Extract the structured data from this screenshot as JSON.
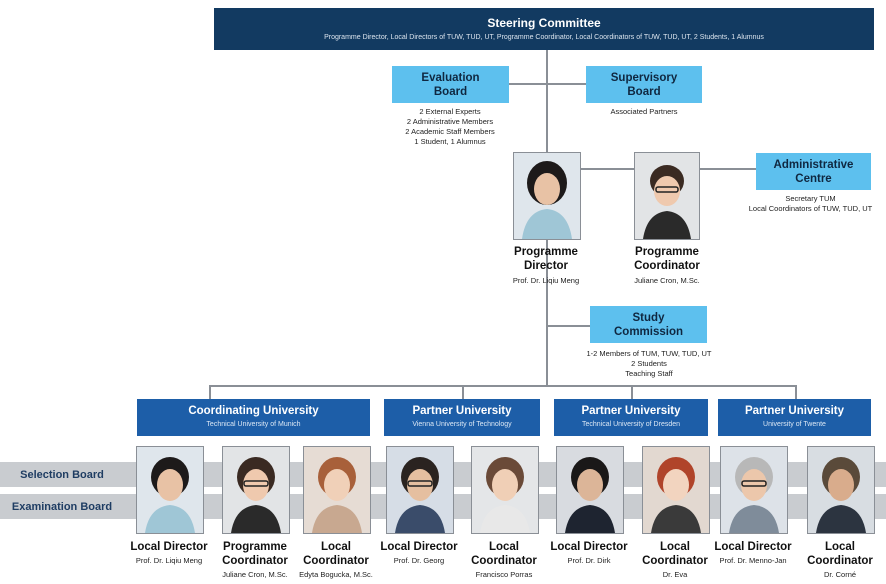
{
  "steering": {
    "title": "Steering Committee",
    "subtitle": "Programme Director, Local Directors of TUW, TUD, UT, Programme Coordinator, Local Coordinators of TUW, TUD, UT, 2 Students, 1 Alumnus"
  },
  "evaluation": {
    "title": "Evaluation Board",
    "lines": [
      "2 External Experts",
      "2 Administrative Members",
      "2 Academic Staff Members",
      "1 Student, 1 Alumnus"
    ]
  },
  "supervisory": {
    "title": "Supervisory Board",
    "lines": [
      "Associated Partners"
    ]
  },
  "administrative": {
    "title": "Administrative Centre",
    "lines": [
      "Secretary TUM",
      "Local Coordinators of TUW, TUD, UT"
    ]
  },
  "director": {
    "role": "Programme Director",
    "name": "Prof. Dr. Liqiu Meng"
  },
  "coordinator": {
    "role": "Programme Coordinator",
    "name": "Juliane Cron, M.Sc."
  },
  "study": {
    "title": "Study Commission",
    "lines": [
      "1-2 Members of TUM, TUW, TUD, UT",
      "2 Students",
      "Teaching Staff"
    ]
  },
  "universities": [
    {
      "title": "Coordinating University",
      "subtitle": "Technical University of Munich"
    },
    {
      "title": "Partner University",
      "subtitle": "Vienna University of Technology"
    },
    {
      "title": "Partner University",
      "subtitle": "Technical University of Dresden"
    },
    {
      "title": "Partner University",
      "subtitle": "University of Twente"
    }
  ],
  "boards": {
    "selection": "Selection Board",
    "examination": "Examination Board"
  },
  "people": [
    {
      "role": "Local Director",
      "name": "Prof. Dr. Liqiu Meng",
      "photo": "woman-dark-hair"
    },
    {
      "role": "Programme Coordinator",
      "name": "Juliane Cron, M.Sc.",
      "photo": "woman-glasses"
    },
    {
      "role": "Local Coordinator",
      "name": "Edyta Bogucka, M.Sc.",
      "photo": "woman-long-hair"
    },
    {
      "role": "Local Director",
      "name": "Prof. Dr. Georg",
      "photo": "man-glasses"
    },
    {
      "role": "Local Coordinator",
      "name": "Francisco Porras",
      "photo": "man-beard"
    },
    {
      "role": "Local Director",
      "name": "Prof. Dr. Dirk",
      "photo": "man-dark-hair"
    },
    {
      "role": "Local Coordinator",
      "name": "Dr. Eva",
      "photo": "woman-red-hair"
    },
    {
      "role": "Local Director",
      "name": "Prof. Dr. Menno-Jan",
      "photo": "man-grey-hair"
    },
    {
      "role": "Local Coordinator",
      "name": "Dr. Corné",
      "photo": "man-short-hair"
    }
  ],
  "colors": {
    "dark": "#123a61",
    "light": "#5dc0ee",
    "blue": "#1d5ea8",
    "band": "#c9ccd0"
  }
}
